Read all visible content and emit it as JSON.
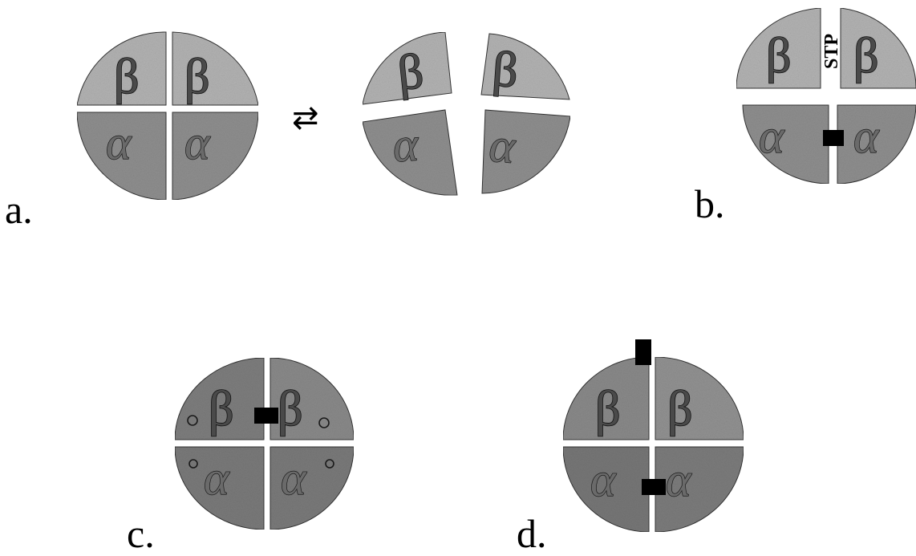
{
  "panels": {
    "a": {
      "label": "a."
    },
    "b": {
      "label": "b."
    },
    "c": {
      "label": "c."
    },
    "d": {
      "label": "d."
    }
  },
  "subunits": {
    "beta": "β",
    "alpha": "α"
  },
  "equilibrium_symbol": "⇄",
  "stp_label": "STP",
  "colors": {
    "beta_fill": "#b3b3b3",
    "alpha_fill": "#8f8f8f",
    "beta_fill_dark": "#8a8a8a",
    "alpha_fill_dark": "#7a7a7a",
    "crosslink": "#000000"
  }
}
